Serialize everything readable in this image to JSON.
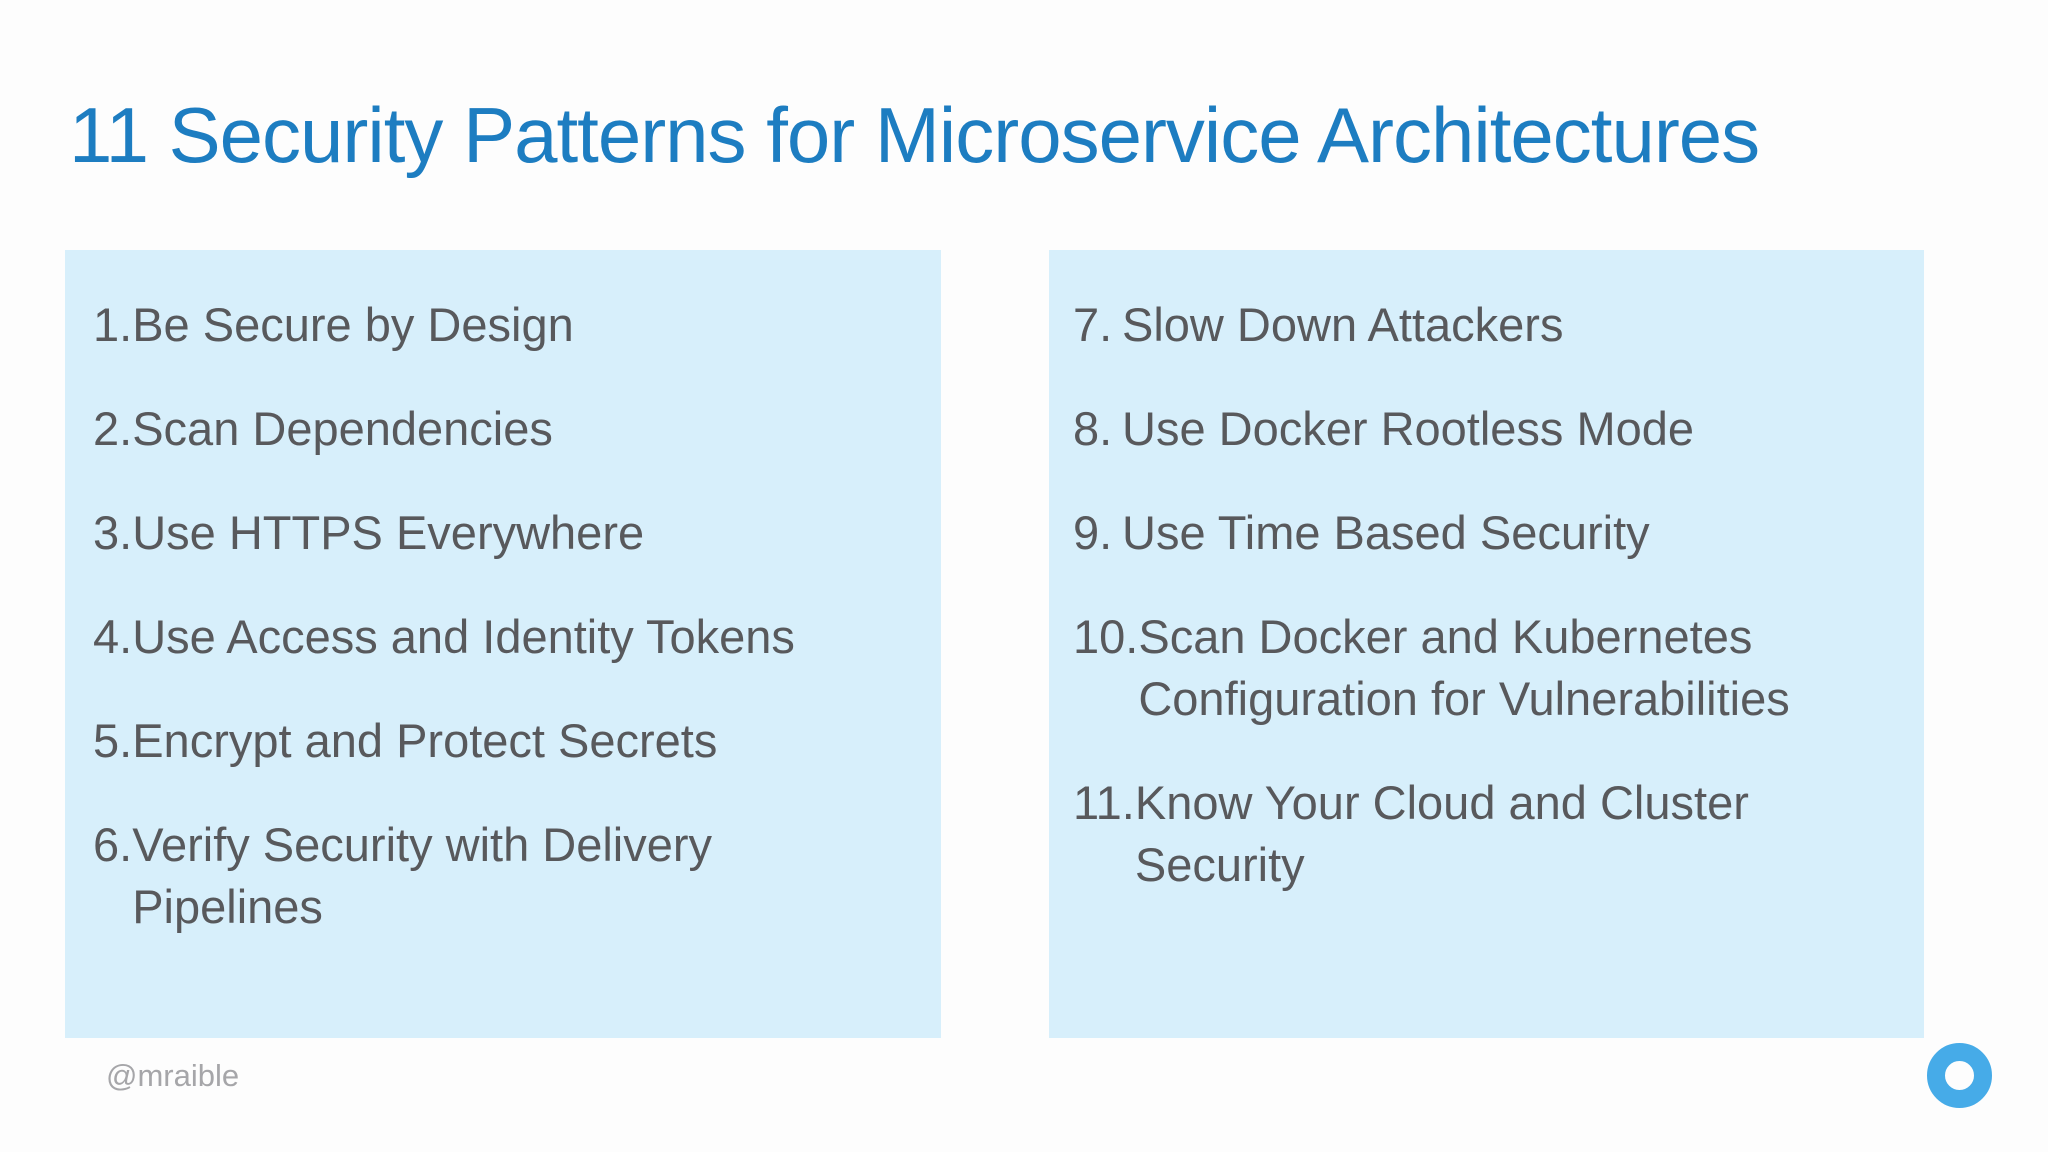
{
  "slide": {
    "title": "11 Security Patterns for Microservice Architectures",
    "footer_handle": "@mraible"
  },
  "left_list": {
    "items": [
      {
        "number": "1.",
        "text": "Be Secure by Design"
      },
      {
        "number": "2.",
        "text": "Scan Dependencies"
      },
      {
        "number": "3.",
        "text": "Use HTTPS Everywhere"
      },
      {
        "number": "4.",
        "text": "Use Access and Identity Tokens"
      },
      {
        "number": "5.",
        "text": "Encrypt and Protect Secrets"
      },
      {
        "number": "6.",
        "text": "Verify Security with Delivery\nPipelines"
      }
    ]
  },
  "right_list": {
    "items": [
      {
        "number": "7.",
        "text": "Slow Down Attackers"
      },
      {
        "number": "8.",
        "text": "Use Docker Rootless Mode"
      },
      {
        "number": "9.",
        "text": "Use Time Based Security"
      },
      {
        "number": "10.",
        "text": "Scan Docker and Kubernetes\nConfiguration for Vulnerabilities"
      },
      {
        "number": "11.",
        "text": "Know Your Cloud and Cluster\nSecurity"
      }
    ]
  },
  "icons": {
    "logo": "ring-logo"
  },
  "colors": {
    "title_blue": "#1d7dc1",
    "panel_blue": "#d7effb",
    "list_text_gray": "#58595c",
    "footer_gray": "#a6a6a9",
    "logo_blue": "#46abe8",
    "background": "#fdfdfd"
  }
}
